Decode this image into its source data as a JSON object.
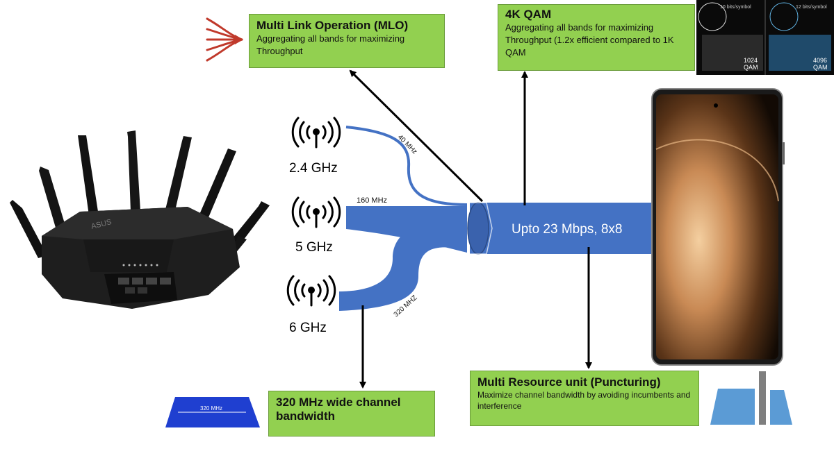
{
  "bands": [
    {
      "label": "2.4 GHz",
      "width_label": "40 MHz"
    },
    {
      "label": "5 GHz",
      "width_label": "160 MHz"
    },
    {
      "label": "6 GHz",
      "width_label": "320 MHZ"
    }
  ],
  "pipe_label": "Upto 23 Mbps, 8x8",
  "router_brand": "ASUS",
  "callouts": {
    "mlo": {
      "title": "Multi Link Operation (MLO)",
      "desc": "Aggregating all bands for maximizing Throughput"
    },
    "qam": {
      "title": "4K QAM",
      "desc": "Aggregating all bands for maximizing Throughput (1.2x efficient compared to 1K QAM"
    },
    "wide": {
      "title": "320 MHz wide channel bandwidth"
    },
    "puncturing": {
      "title": "Multi Resource unit (Puncturing)",
      "desc": "Maximize channel bandwidth by avoiding incumbents and interference"
    }
  },
  "wide_channel_icon_label": "320 MHz",
  "qam_thumb": {
    "left_label": "10 bits/symbol",
    "right_label": "12 bits/symbol",
    "left_qam": [
      "1024",
      "QAM"
    ],
    "right_qam": [
      "4096",
      "QAM"
    ]
  },
  "colors": {
    "pipe": "#4472c4",
    "callout": "#92d050",
    "mlo_icon": "#c0392b"
  }
}
